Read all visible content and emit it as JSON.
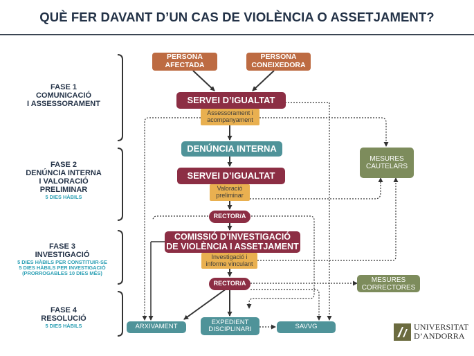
{
  "title": "QUÈ FER DAVANT D’UN CAS DE VIOLÈNCIA O ASSETJAMENT?",
  "phases": [
    {
      "name": "FASE 1\nCOMUNICACIÓ\nI ASSESSORAMENT",
      "days": ""
    },
    {
      "name": "FASE 2\nDENÚNCIA INTERNA\nI VALORACIÓ\nPRELIMINAR",
      "days": "5 DIES HÀBILS"
    },
    {
      "name": "FASE 3\nINVESTIGACIÓ",
      "days": "5 DIES HÀBILS PER CONSTITUIR-SE\n5 DIES HÀBILS PER INVESTIGACIÓ\n(PRORROGABLES 10 DIES MÉS)"
    },
    {
      "name": "FASE 4\nRESOLUCIÓ",
      "days": "5 DIES HÀBILS"
    }
  ],
  "nodes": {
    "persona_afectada": "PERSONA\nAFECTADA",
    "persona_coneixedora": "PERSONA\nCONEIXEDORA",
    "servei_igualtat_1": "SERVEI D’IGUALTAT",
    "assessorament": "Assessorament i\nacompanyament",
    "denuncia_interna": "DENÚNCIA INTERNA",
    "servei_igualtat_2": "SERVEI D’IGUALTAT",
    "valoracio": "Valoració\npreliminar",
    "rector_1": "RECTOR/A",
    "comissio": "COMISSIÓ D’INVESTIGACIÓ\nDE VIOLÈNCIA I ASSETJAMENT",
    "investigacio": "Investigació i\ninforme vinculant",
    "rector_2": "RECTOR/A",
    "mesures_cautelars": "MESURES\nCAUTELARS",
    "mesures_correctores": "MESURES\nCORRECTORES",
    "arxivament": "ARXIVAMENT",
    "expedient": "EXPEDIENT\nDISCIPLINARI",
    "savvg": "SAVVG"
  },
  "logo": {
    "line1": "UNIVERSITAT",
    "line2": "D’ANDORRA",
    "icon": "university-logo-icon"
  },
  "colors": {
    "title": "#233247",
    "phase_days": "#2b9fb4",
    "orange": "#bd6b42",
    "red": "#8c2e44",
    "teal": "#4f9399",
    "gold": "#e9b050",
    "olive": "#7d8c5c",
    "line": "#333333"
  }
}
